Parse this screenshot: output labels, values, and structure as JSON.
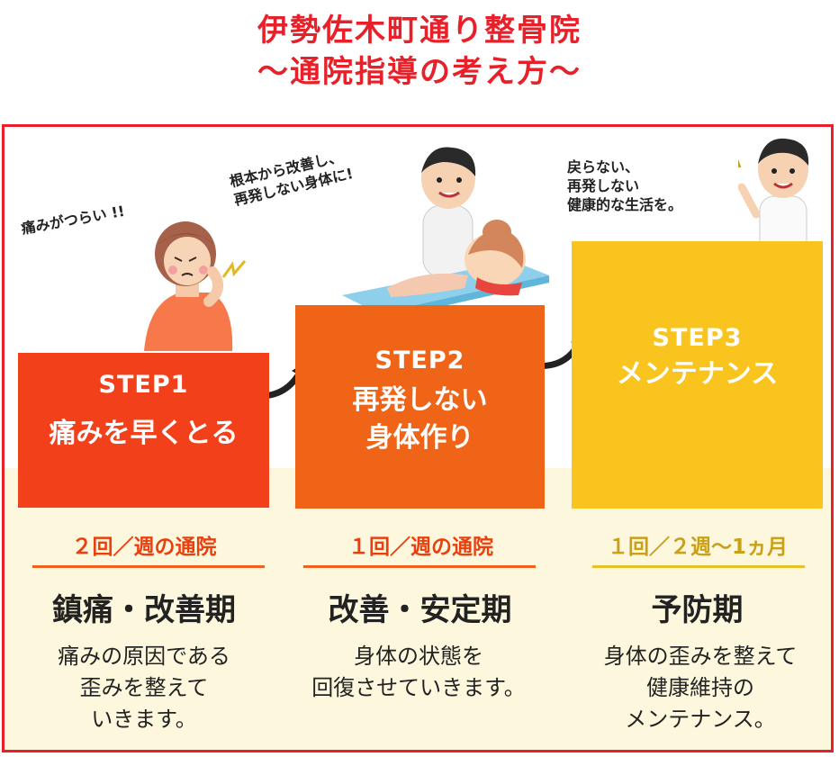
{
  "title": {
    "line1": "伊勢佐木町通り整骨院",
    "line2": "～通院指導の考え方～"
  },
  "colors": {
    "accent": "#e8202a",
    "step1": "#f2401b",
    "step2": "#f06418",
    "step3": "#f9c41d",
    "cream": "#fdf8dd"
  },
  "steps": [
    {
      "label": "STEP1",
      "name": "痛みを早くとる",
      "frequency": "２回／週の通院",
      "period": "鎮痛・改善期",
      "description": "痛みの原因である\n歪みを整えて\nいきます。",
      "speech": "痛みがつらい !!"
    },
    {
      "label": "STEP2",
      "name": "再発しない\n身体作り",
      "frequency": "１回／週の通院",
      "period": "改善・安定期",
      "description": "身体の状態を\n回復させていきます。",
      "speech": "根本から改善し、\n再発しない身体に!"
    },
    {
      "label": "STEP3",
      "name": "メンテナンス",
      "frequency": "１回／２週～1ヵ月",
      "period": "予防期",
      "description": "身体の歪みを整えて\n健康維持の\nメンテナンス。",
      "speech": "戻らない、\n再発しない\n健康的な生活を。"
    }
  ],
  "icons": [
    "woman-pain-illustration",
    "therapist-patient-illustration",
    "doctor-thumbsup-illustration",
    "curved-arrow-icon"
  ]
}
